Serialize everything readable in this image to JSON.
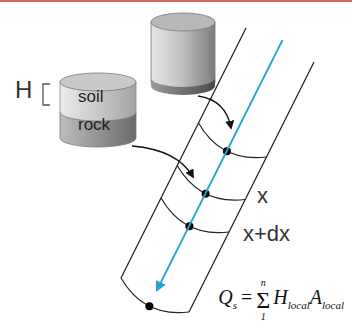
{
  "diagram": {
    "nodes": [
      {
        "text": [
          "soil",
          "rock"
        ]
      }
    ],
    "labels": [
      "H",
      "x",
      "x+dx",
      "Q",
      "s",
      "=",
      "n",
      "Σ",
      "1",
      "H",
      "local",
      "A",
      "local"
    ]
  }
}
